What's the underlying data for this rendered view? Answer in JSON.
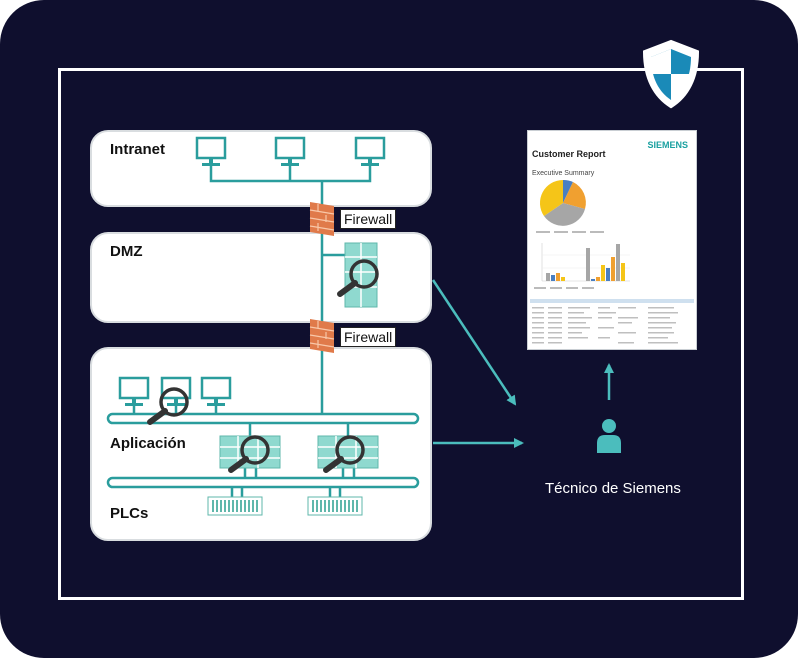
{
  "zones": {
    "intranet": "Intranet",
    "dmz": "DMZ",
    "aplicacion": "Aplicación",
    "plcs": "PLCs"
  },
  "firewalls": [
    "Firewall",
    "Firewall"
  ],
  "technician": {
    "label": "Técnico de Siemens"
  },
  "report": {
    "brand": "SIEMENS",
    "title": "Customer Report",
    "subtitle": "Executive Summary"
  },
  "colors": {
    "background": "#0f0f2e",
    "teal": "#4bbdbd",
    "device": "#8fd9cf",
    "firewall": "#e07a4a"
  },
  "icons": [
    "shield-icon",
    "monitor-icon",
    "server-icon",
    "magnifier-icon",
    "firewall-icon",
    "plc-icon",
    "person-icon",
    "pie-chart",
    "bar-chart"
  ]
}
